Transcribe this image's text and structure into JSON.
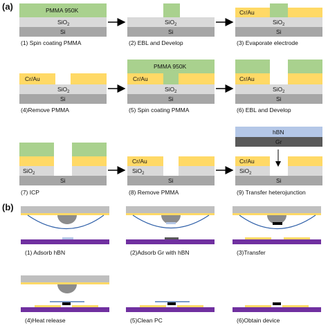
{
  "colors": {
    "si": "#a6a6a6",
    "sio2": "#d9d9d9",
    "pmma": "#a9d18e",
    "crau": "#ffd966",
    "hbn": "#b4c7e7",
    "gr": "#595959",
    "glass": "#bfbfbf",
    "pc_layer": "#f7d154",
    "substrate": "#7030a0",
    "stamp": "#8c8c8c",
    "flake_blue": "#2e5fa8"
  },
  "panel_a": {
    "label": "(a)",
    "layers": {
      "pmma": "PMMA 950K",
      "sio2": "SiO",
      "sio2_sub": "2",
      "si": "Si",
      "crau": "Cr/Au",
      "hbn": "hBN",
      "gr": "Gr"
    },
    "steps": [
      "(1) Spin coating PMMA",
      "(2) EBL and Develop",
      "(3) Evaporate electrode",
      "(4)Remove PMMA",
      "(5) Spin coating PMMA",
      "(6) EBL and Develop",
      "(7) ICP",
      "(8) Remove PMMA",
      "(9) Transfer heterojunction"
    ]
  },
  "panel_b": {
    "label": "(b)",
    "steps": [
      "(1) Adsorb hBN",
      "(2)Adsorb Gr with hBN",
      "(3)Transfer",
      "(4)Heat release",
      "(5)Clean PC",
      "(6)Obtain device"
    ]
  }
}
